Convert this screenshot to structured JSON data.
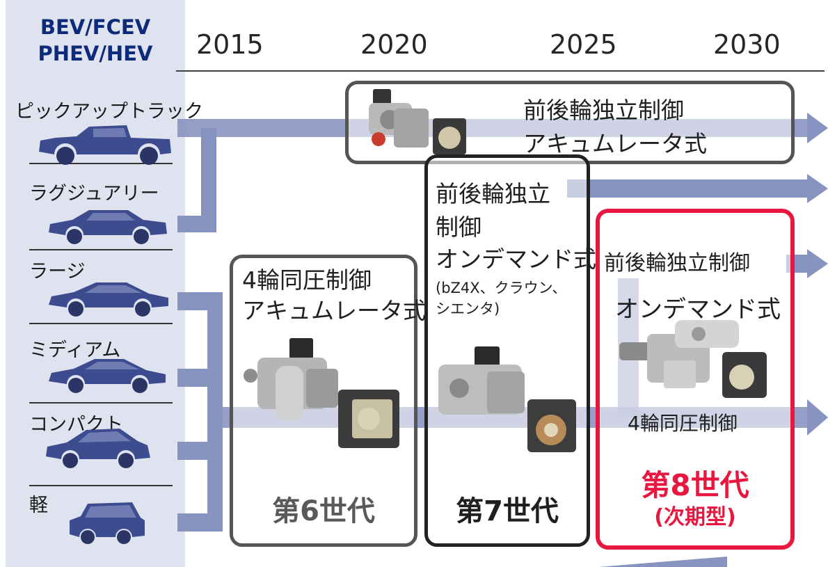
{
  "header": {
    "powertrain_line1": "BEV/FCEV",
    "powertrain_line2": "PHEV/HEV",
    "years": [
      "2015",
      "2020",
      "2025",
      "2030"
    ]
  },
  "categories": [
    {
      "label": "ピックアップトラック"
    },
    {
      "label": "ラグジュアリー"
    },
    {
      "label": "ラージ"
    },
    {
      "label": "ミディアム"
    },
    {
      "label": "コンパクト"
    },
    {
      "label": "軽"
    }
  ],
  "boxes": {
    "top": {
      "line1": "前後輪独立制御",
      "line2": "アキュムレータ式"
    },
    "gen6": {
      "line1": "4輪同圧制御",
      "line2": "アキュムレータ式",
      "gen": "第6世代"
    },
    "gen7": {
      "line1": "前後輪独立",
      "line2": "制御",
      "line3": "オンデマンド式",
      "note1": "(bZ4X、クラウン、",
      "note2": "シエンタ)",
      "gen": "第7世代"
    },
    "gen8": {
      "line1": "前後輪独立制御",
      "line2": "オンデマンド式",
      "line3": "4輪同圧制御",
      "gen": "第8世代",
      "gen_sub": "(次期型)"
    }
  },
  "colors": {
    "navy": "#0d2b7a",
    "flow": "#8894c0",
    "gen6_border": "#555555",
    "gen7_border": "#222222",
    "gen8_border": "#e8173f",
    "gen8_text": "#e8173f",
    "gen6_text": "#595959"
  }
}
